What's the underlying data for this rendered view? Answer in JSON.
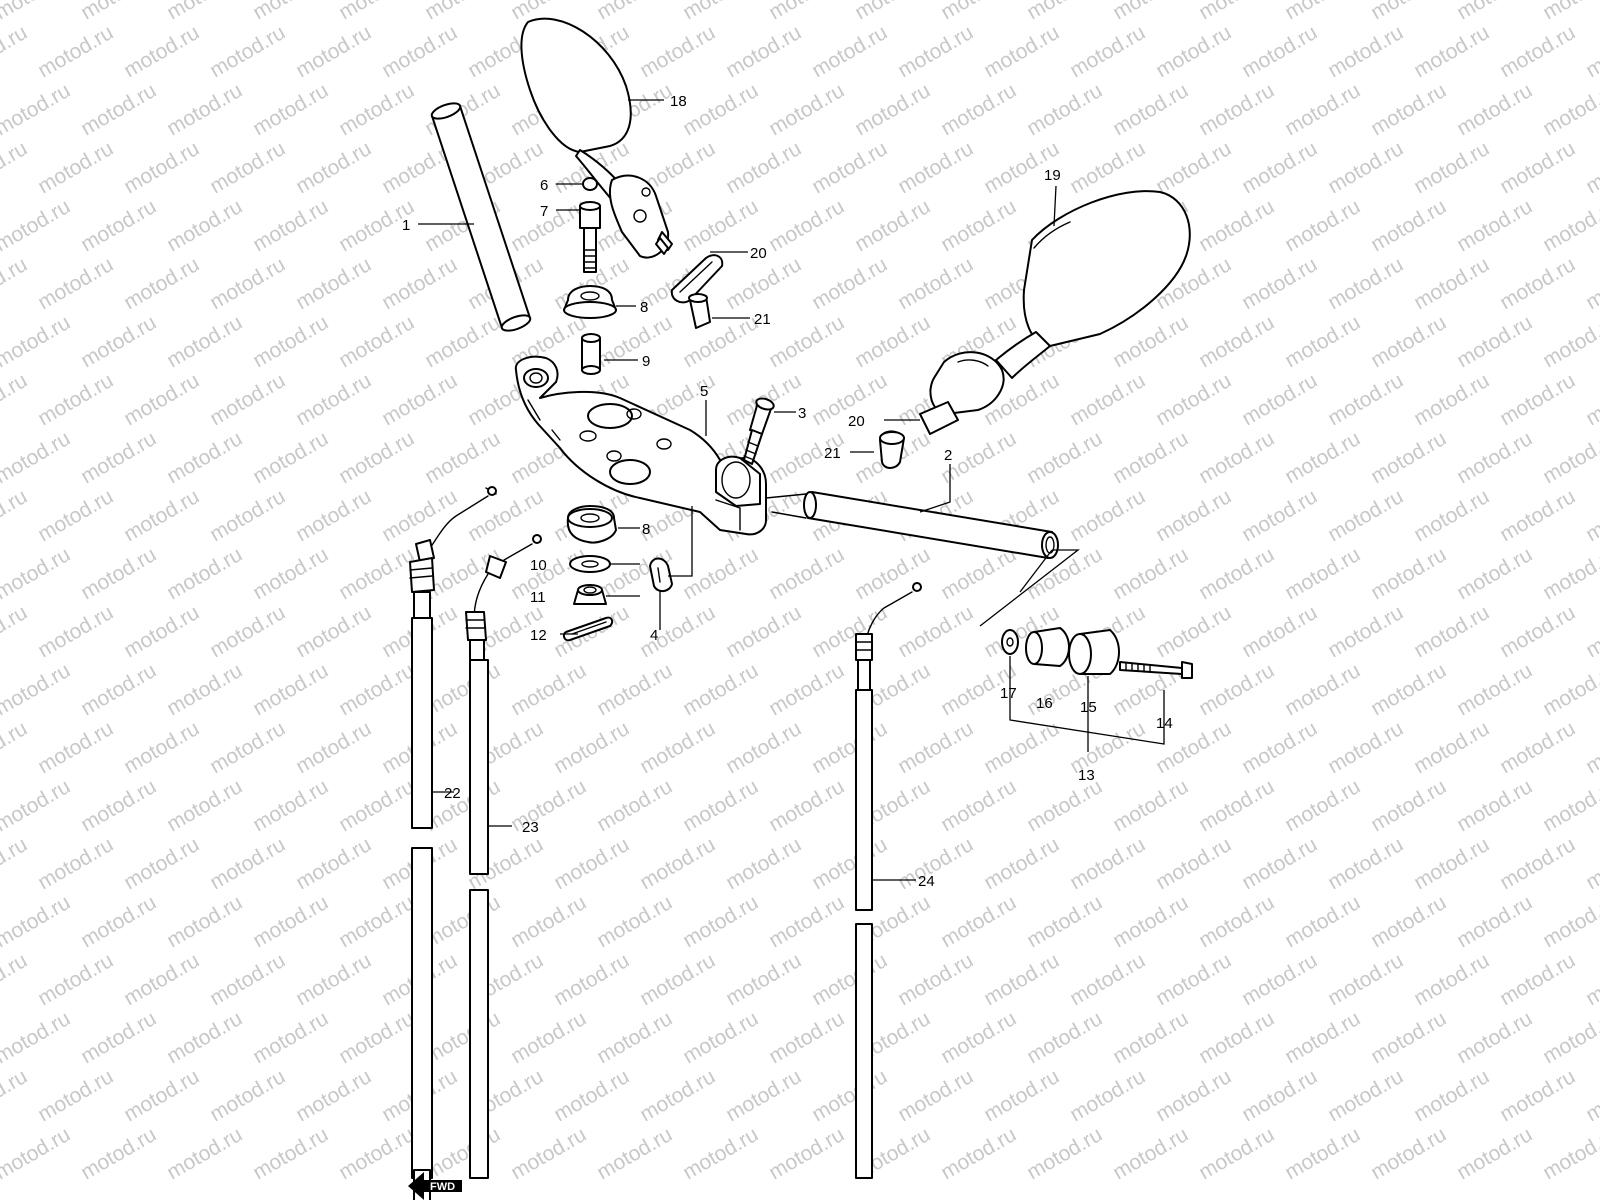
{
  "watermark": {
    "text": "motod.ru",
    "color": "#c8c8c8"
  },
  "callouts": [
    {
      "id": "1",
      "label": "1"
    },
    {
      "id": "2",
      "label": "2"
    },
    {
      "id": "3",
      "label": "3"
    },
    {
      "id": "4",
      "label": "4"
    },
    {
      "id": "5",
      "label": "5"
    },
    {
      "id": "6",
      "label": "6"
    },
    {
      "id": "7",
      "label": "7"
    },
    {
      "id": "8a",
      "label": "8"
    },
    {
      "id": "8b",
      "label": "8"
    },
    {
      "id": "9",
      "label": "9"
    },
    {
      "id": "10",
      "label": "10"
    },
    {
      "id": "11",
      "label": "11"
    },
    {
      "id": "12",
      "label": "12"
    },
    {
      "id": "13",
      "label": "13"
    },
    {
      "id": "14",
      "label": "14"
    },
    {
      "id": "15",
      "label": "15"
    },
    {
      "id": "16",
      "label": "16"
    },
    {
      "id": "17",
      "label": "17"
    },
    {
      "id": "18",
      "label": "18"
    },
    {
      "id": "19",
      "label": "19"
    },
    {
      "id": "20a",
      "label": "20"
    },
    {
      "id": "20b",
      "label": "20"
    },
    {
      "id": "21a",
      "label": "21"
    },
    {
      "id": "21b",
      "label": "21"
    },
    {
      "id": "22",
      "label": "22"
    },
    {
      "id": "23",
      "label": "23"
    },
    {
      "id": "24",
      "label": "24"
    }
  ],
  "direction_badge": {
    "label": "FWD",
    "icon": "fwd-arrow-icon"
  }
}
